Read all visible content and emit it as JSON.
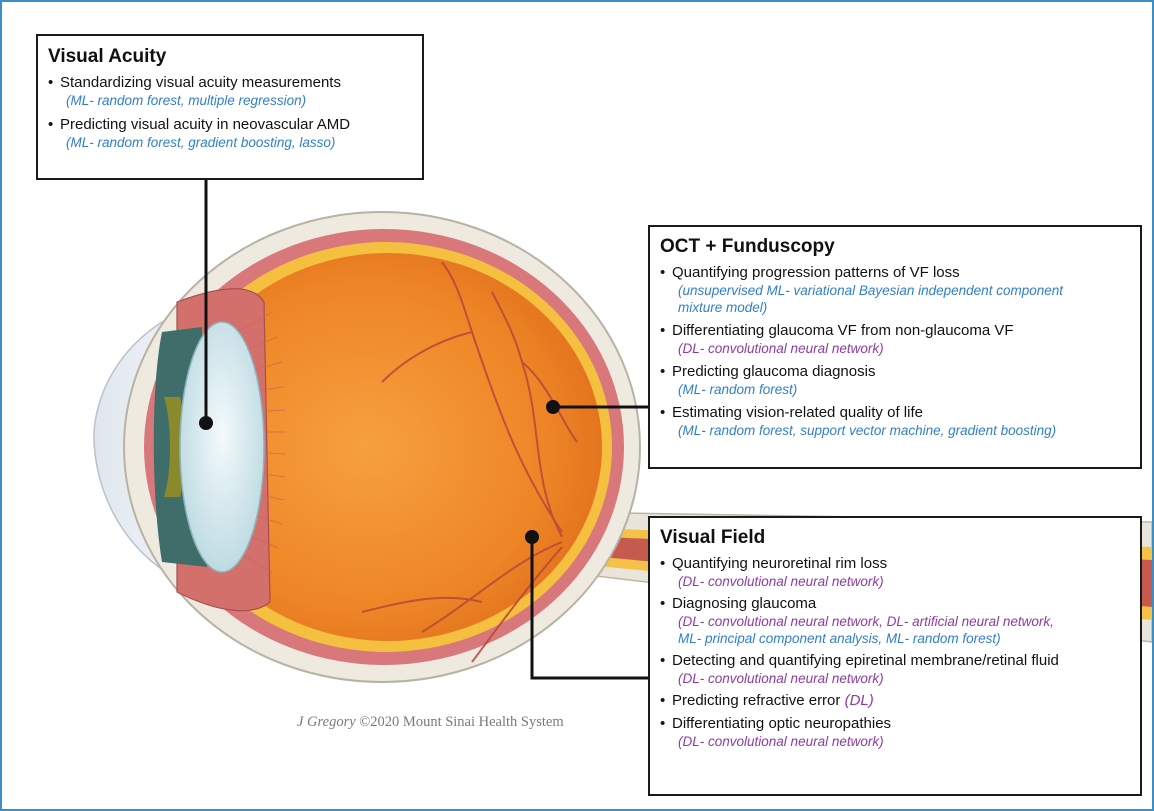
{
  "colors": {
    "frame": "#3a8fc7",
    "ml_text": "#2f7fcf",
    "dl_text": "#8f3aa5",
    "eye_interior": "#f08a2a",
    "sclera": "#eeeae0",
    "choroid": "#d9787a",
    "retina_layer": "#f5c040"
  },
  "boxes": {
    "visual_acuity": {
      "title": "Visual Acuity",
      "items": [
        {
          "text": "Standardizing  visual acuity measurements",
          "method": "(ML-  random forest, multiple regression)"
        },
        {
          "text": "Predicting visual acuity in neovascular AMD",
          "method": "(ML- random forest, gradient boosting, lasso)"
        }
      ]
    },
    "oct_funduscopy": {
      "title": "OCT + Funduscopy",
      "items": [
        {
          "text": "Quantifying progression patterns of VF loss",
          "method_line1": "(unsupervised ML- variational Bayesian independent component",
          "method_line2": "mixture model)"
        },
        {
          "text": "Differentiating glaucoma VF from non-glaucoma VF",
          "method": "(DL-  convolutional neural network)"
        },
        {
          "text": "Predicting glaucoma diagnosis",
          "method": "(ML- random forest)"
        },
        {
          "text": "Estimating vision-related quality of life",
          "method": "(ML- random forest, support vector machine, gradient boosting)"
        }
      ]
    },
    "visual_field": {
      "title": "Visual Field",
      "items": [
        {
          "text": "Quantifying neuroretinal rim loss",
          "method": "(DL- convolutional neural network)"
        },
        {
          "text": "Diagnosing glaucoma",
          "method_line1": "(DL- convolutional neural network, DL- artificial neural network,",
          "method_line2": "ML- principal component analysis, ML- random forest)"
        },
        {
          "text": "Detecting and quantifying epiretinal membrane/retinal fluid",
          "method": "(DL- convolutional neural network)"
        },
        {
          "text": "Predicting refractive error",
          "inline_method": "(DL)"
        },
        {
          "text": "Differentiating optic neuropathies",
          "method": "(DL- convolutional neural network)"
        }
      ]
    }
  },
  "credit": {
    "author": "J Gregory",
    "rest": " ©2020 Mount Sinai Health System"
  }
}
